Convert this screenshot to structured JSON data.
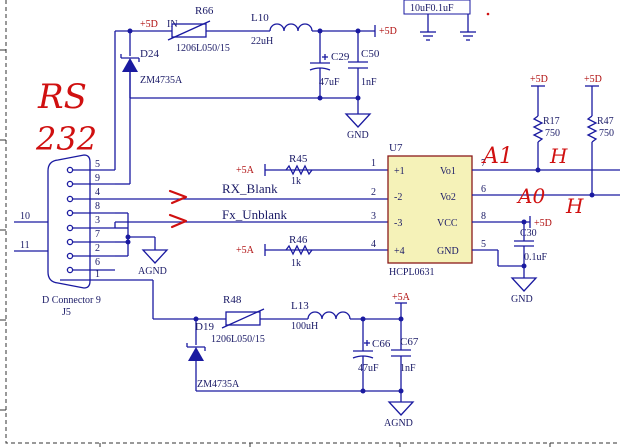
{
  "connector": {
    "name": "D Connector 9",
    "ref": "J5",
    "pins_left": [
      "5",
      "9",
      "4",
      "8",
      "3",
      "7",
      "2",
      "6",
      "1"
    ],
    "ext_pin_a": "10",
    "ext_pin_b": "11"
  },
  "handwritten": {
    "line1": "RS",
    "line2": "232",
    "a1": "A1",
    "h1": "H",
    "a0": "A0",
    "h0": "H"
  },
  "top_circuit": {
    "supply": "+5D",
    "in_label": "IN",
    "fuse_ref": "R66",
    "fuse_value": "1206L050/15",
    "inductor_ref": "L10",
    "inductor_value": "22uH",
    "diode_ref": "D24",
    "diode_value": "ZM4735A",
    "cap1_ref": "C29",
    "cap1_value": "47uF",
    "cap2_ref": "C50",
    "cap2_value": "1nF",
    "out_supply": "+5D",
    "gnd": "GND",
    "top_cut_text": "10uF0.1uF"
  },
  "optocoupler": {
    "ref": "U7",
    "part": "HCPL0631",
    "pins_left": [
      {
        "num": "1",
        "name": "+1"
      },
      {
        "num": "2",
        "name": "-2"
      },
      {
        "num": "3",
        "name": "-3"
      },
      {
        "num": "4",
        "name": "+4"
      }
    ],
    "pins_right": [
      {
        "num": "7",
        "name": "Vo1"
      },
      {
        "num": "6",
        "name": "Vo2"
      },
      {
        "num": "8",
        "name": "VCC"
      },
      {
        "num": "5",
        "name": "GND"
      }
    ]
  },
  "signals": {
    "rx": "RX_Blank",
    "tx": "Fx_Unblank"
  },
  "resistors": {
    "r45_ref": "R45",
    "r45_value": "1k",
    "r46_ref": "R46",
    "r46_value": "1k",
    "r17_ref": "R17",
    "r17_value": "750",
    "r47_ref": "R47",
    "r47_value": "750",
    "supply_5a": "+5A",
    "supply_5d": "+5D"
  },
  "decoupling": {
    "ref": "C30",
    "value": "0.1uF",
    "supply": "+5D",
    "gnd": "GND"
  },
  "bottom_circuit": {
    "fuse_ref": "R48",
    "fuse_value": "1206L050/15",
    "inductor_ref": "L13",
    "inductor_value": "100uH",
    "diode_ref": "D19",
    "diode_value": "ZM4735A",
    "cap1_ref": "C66",
    "cap1_value": "47uF",
    "cap2_ref": "C67",
    "cap2_value": "1nF",
    "supply": "+5A",
    "gnd": "AGND",
    "conn_gnd": "AGND"
  }
}
